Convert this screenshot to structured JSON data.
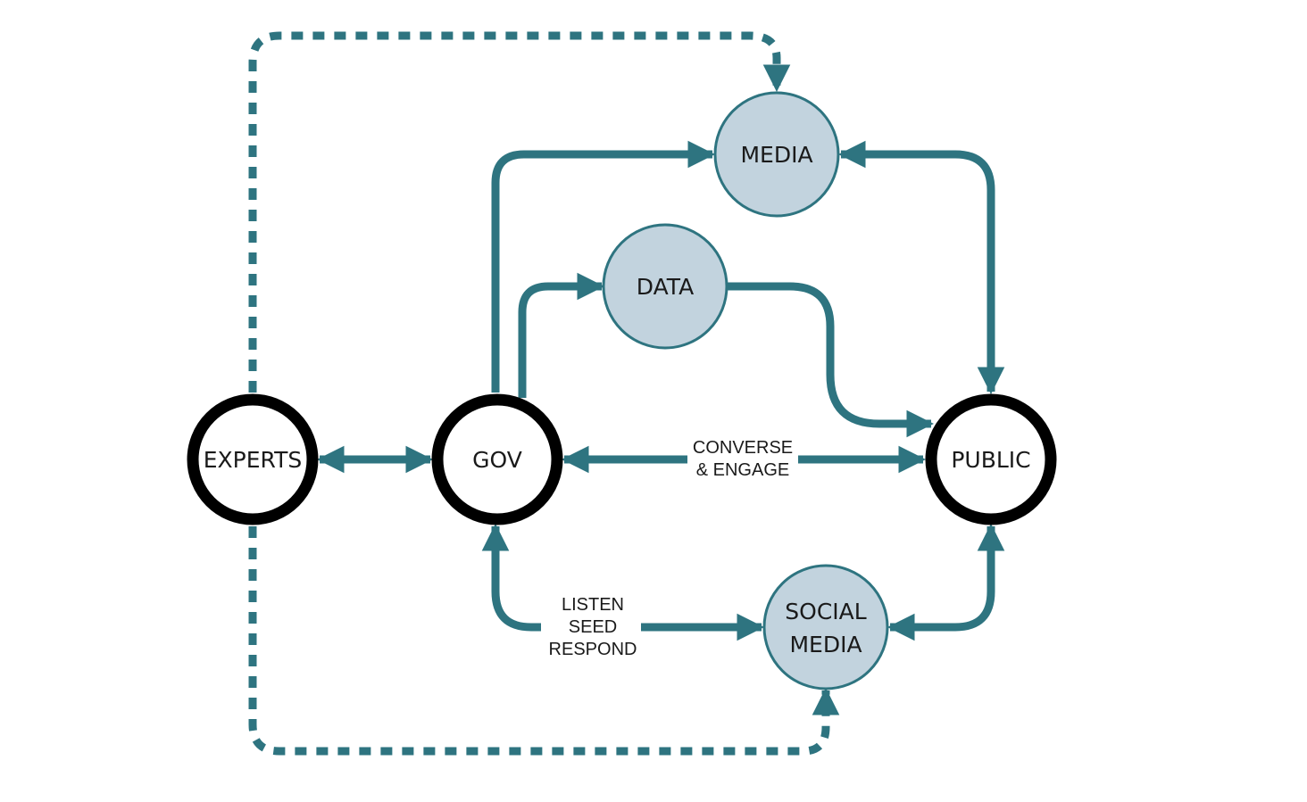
{
  "colors": {
    "edge": "#2e7480",
    "primary_node_stroke": "#000000",
    "primary_node_fill": "#ffffff",
    "secondary_node_fill": "#c2d3de",
    "secondary_node_stroke": "#2e7480",
    "background": "#ffffff"
  },
  "nodes": {
    "experts": {
      "label": "EXPERTS"
    },
    "gov": {
      "label": "GOV"
    },
    "public": {
      "label": "PUBLIC"
    },
    "media": {
      "label": "MEDIA"
    },
    "data": {
      "label": "DATA"
    },
    "social_media": {
      "label_line1": "SOCIAL",
      "label_line2": "MEDIA"
    }
  },
  "edges": {
    "gov_public": {
      "label_line1": "CONVERSE",
      "label_line2": "& ENGAGE"
    },
    "gov_social": {
      "label_line1": "LISTEN",
      "label_line2": "SEED",
      "label_line3": "RESPOND"
    }
  }
}
